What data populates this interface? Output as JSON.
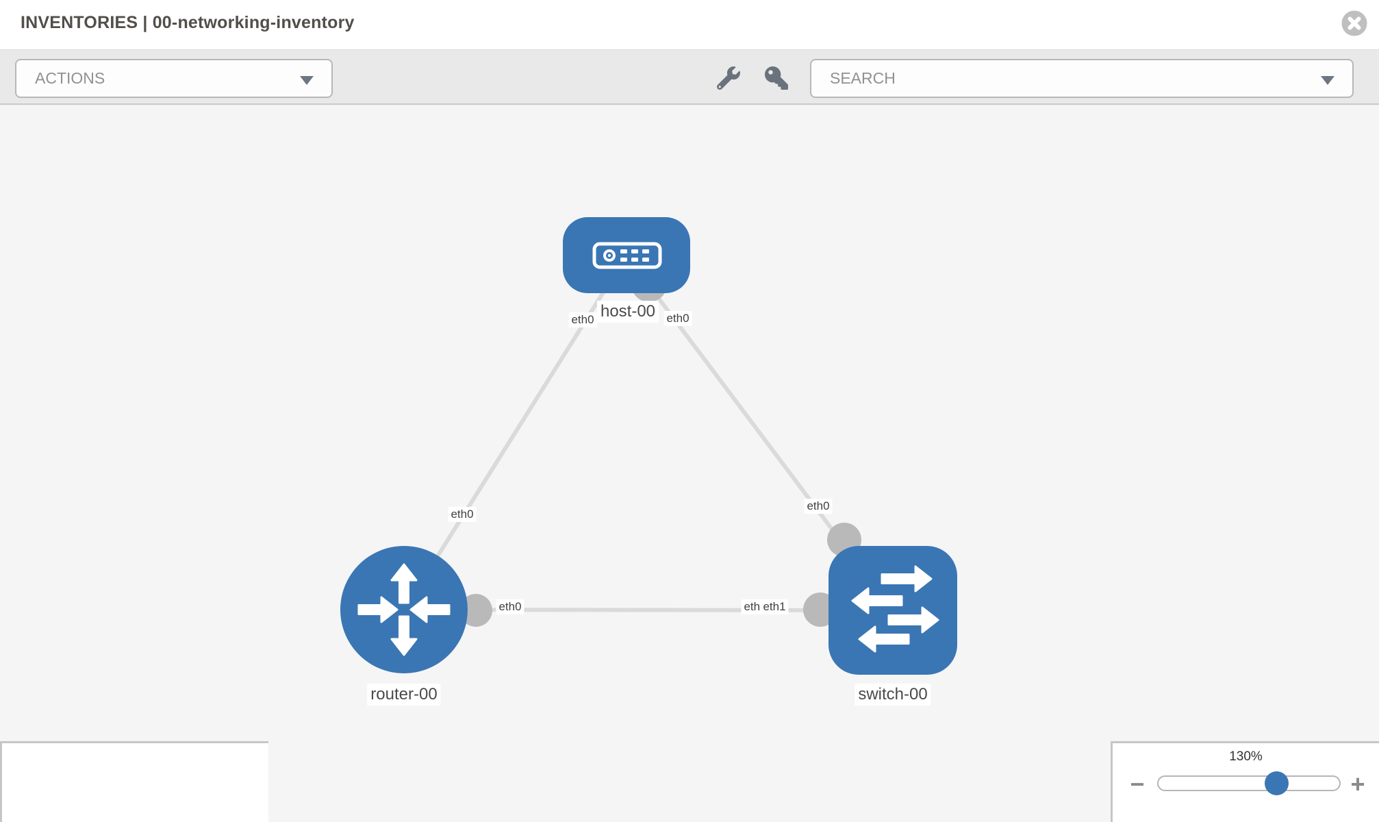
{
  "header": {
    "title": "INVENTORIES | 00-networking-inventory"
  },
  "toolbar": {
    "actions_label": "ACTIONS",
    "search_label": "SEARCH"
  },
  "topology": {
    "nodes": [
      {
        "label": "host-00",
        "type": "host"
      },
      {
        "label": "router-00",
        "type": "router"
      },
      {
        "label": "switch-00",
        "type": "switch"
      }
    ],
    "links": [
      {
        "from": "host-00",
        "from_interface": "eth0",
        "to": "router-00",
        "to_interface": "eth0"
      },
      {
        "from": "host-00",
        "from_interface": "eth0",
        "to": "switch-00",
        "to_interface": "eth0"
      },
      {
        "from": "router-00",
        "from_interface": "eth0",
        "to": "switch-00",
        "to_interface": "eth1"
      }
    ]
  },
  "zoom_control": {
    "level": "130%",
    "zoom_out": "−",
    "zoom_in": "+"
  },
  "colors": {
    "node_blue": "#3a76b4",
    "edge_gray": "#dadada",
    "port_gray": "#b9b9b9",
    "canvas_bg": "#f5f5f6",
    "toolbar_bg": "#e9e9e9"
  }
}
